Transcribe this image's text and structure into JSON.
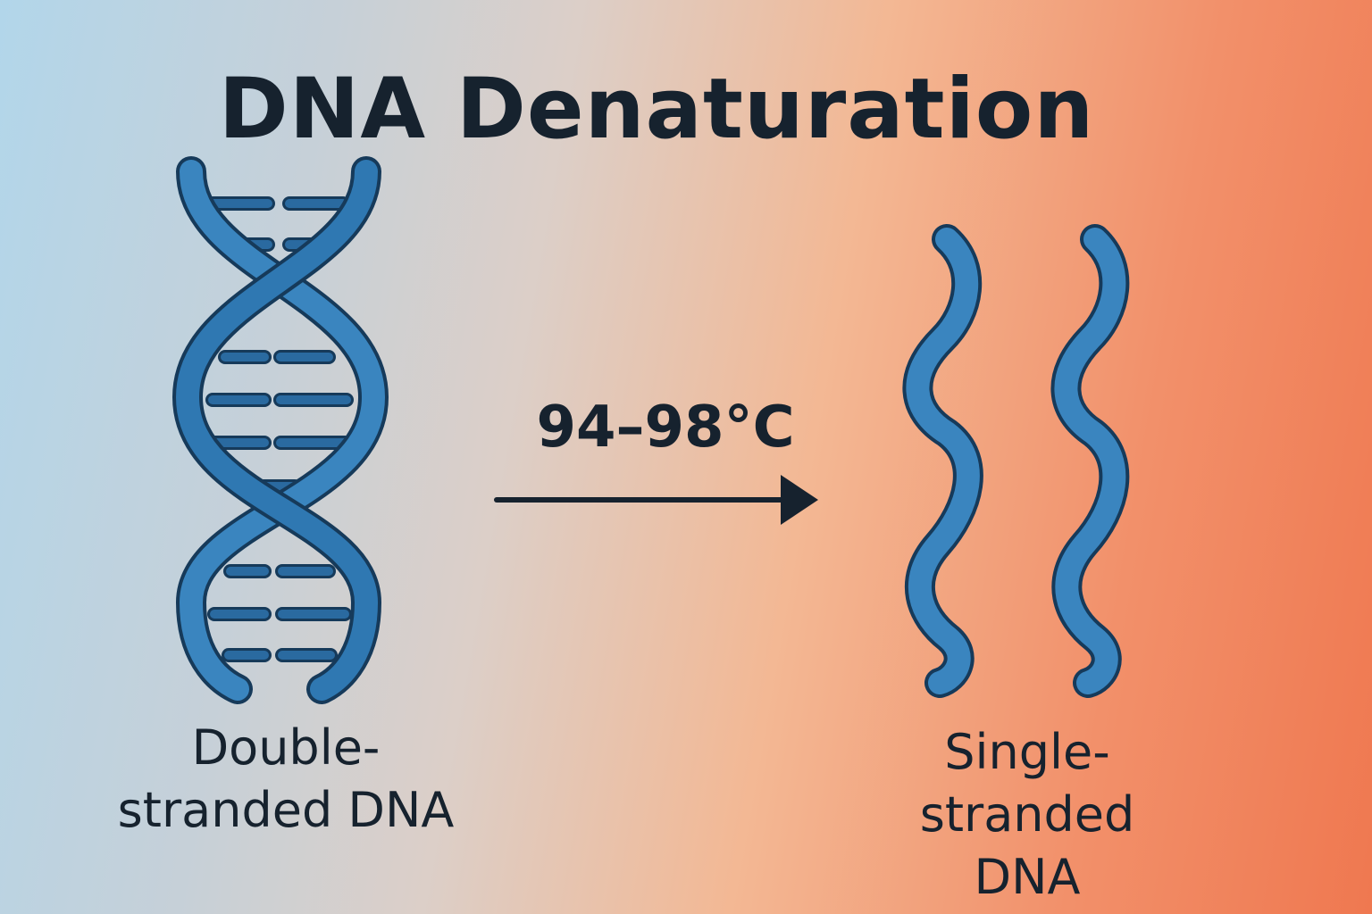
{
  "title": "DNA Denaturation",
  "condition": "94–98°C",
  "left_label": [
    "Double-",
    "stranded DNA"
  ],
  "right_label": [
    "Single-",
    "stranded",
    "DNA"
  ],
  "colors": {
    "strand_fill": "#3a85bf",
    "strand_outline": "#163a5a",
    "rung_fill": "#2a6aa0",
    "text": "#16222e"
  }
}
